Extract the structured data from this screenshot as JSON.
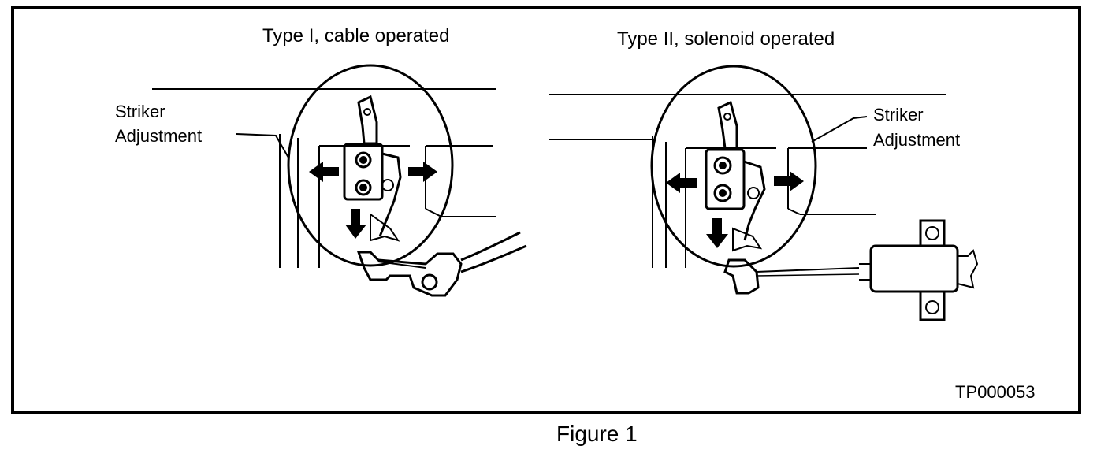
{
  "diagram": {
    "type_one_title": "Type I, cable operated",
    "type_two_title": "Type II, solenoid operated",
    "left_label": {
      "line1": "Striker",
      "line2": "Adjustment"
    },
    "right_label": {
      "line1": "Striker",
      "line2": "Adjustment"
    },
    "figure_code": "TP000053"
  },
  "caption": "Figure 1",
  "icons": [
    "arrow-left-icon",
    "arrow-right-icon",
    "arrow-down-icon",
    "striker-plate-icon",
    "solenoid-icon",
    "cable-icon"
  ]
}
